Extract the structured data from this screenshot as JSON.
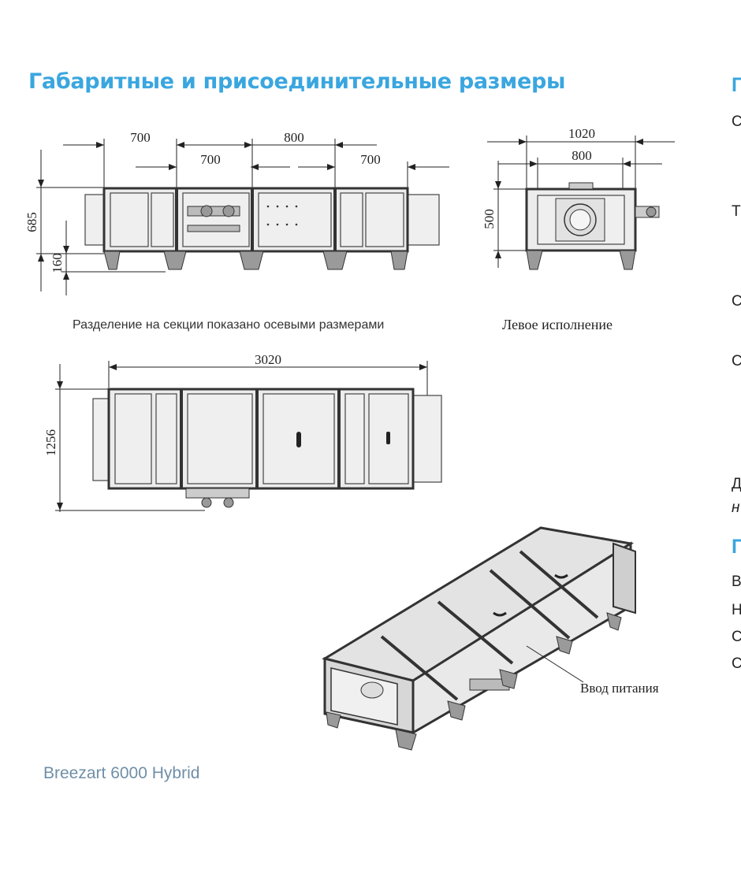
{
  "page": {
    "title": "Габаритные и присоединительные размеры",
    "footer_model": "Breezart 6000 Hybrid"
  },
  "front_view": {
    "dims_top": [
      "700",
      "800"
    ],
    "dims_second": [
      "700",
      "700"
    ],
    "height_total": "685",
    "height_legs": "160",
    "caption": "Разделение на секции показано осевыми размерами"
  },
  "side_view": {
    "width_outer": "1020",
    "width_inner": "800",
    "height": "500",
    "caption": "Левое исполнение"
  },
  "top_view": {
    "length": "3020",
    "width": "1256"
  },
  "iso_view": {
    "label_power": "Ввод питания"
  },
  "right_column_cut": {
    "line_1": "С",
    "line_2": "Т",
    "line_3": "С",
    "line_4": "С",
    "line_5": "Д",
    "line_6": "н",
    "heading": "П",
    "line_7": "В",
    "line_8": "Н",
    "line_9": "С",
    "line_10": "С"
  },
  "colors": {
    "heading_accent": "#3aa6df",
    "footer_text": "#6f8fa7"
  }
}
